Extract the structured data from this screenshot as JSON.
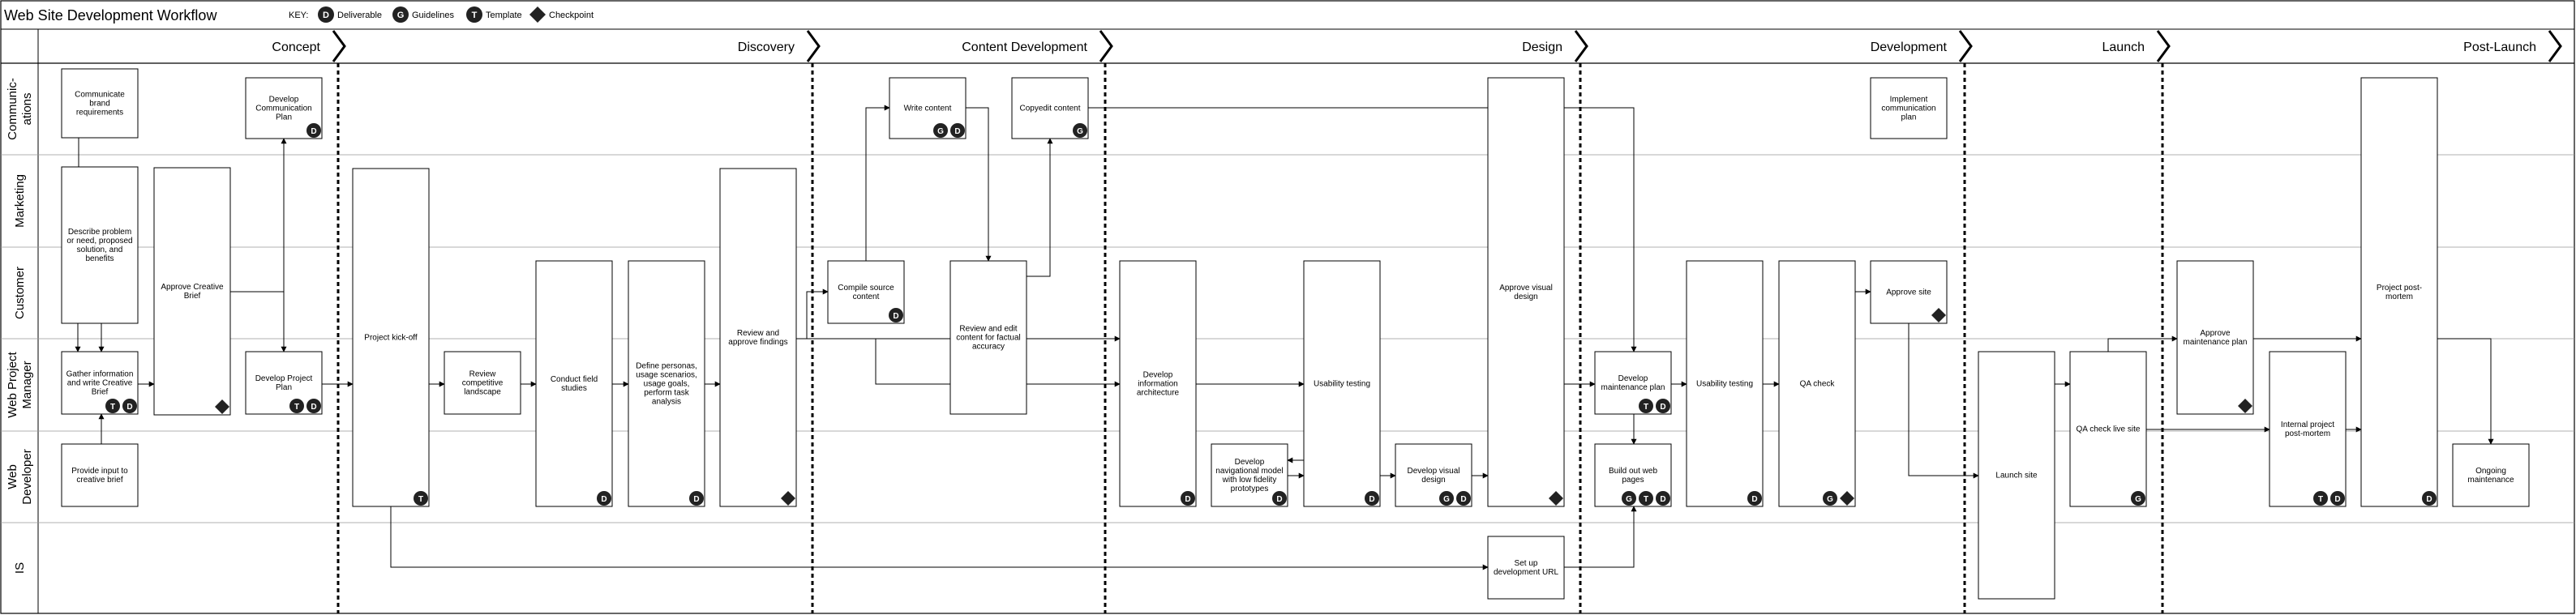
{
  "title": "Web Site Development Workflow",
  "key": {
    "label": "KEY:",
    "items": [
      {
        "badge": "D",
        "label": "Deliverable",
        "icon": "deliverable-badge-icon"
      },
      {
        "badge": "G",
        "label": "Guidelines",
        "icon": "guidelines-badge-icon"
      },
      {
        "badge": "T",
        "label": "Template",
        "icon": "template-badge-icon"
      },
      {
        "badge": "",
        "label": "Checkpoint",
        "icon": "checkpoint-diamond-icon"
      }
    ]
  },
  "phases": [
    "Concept",
    "Discovery",
    "Content Development",
    "Design",
    "Development",
    "Launch",
    "Post-Launch"
  ],
  "lanes": [
    [
      "Communic-",
      "ations"
    ],
    [
      "Marketing"
    ],
    [
      "Customer"
    ],
    [
      "Web Project",
      "Manager"
    ],
    [
      "Web",
      "Developer"
    ],
    [
      "IS"
    ]
  ],
  "tasks": [
    {
      "id": "communicate-brand",
      "lines": [
        "Communicate",
        "brand",
        "requirements"
      ],
      "badges": [],
      "checkpoint": false
    },
    {
      "id": "describe-problem",
      "lines": [
        "Describe problem",
        "or need, proposed",
        "solution, and",
        "benefits"
      ],
      "badges": [],
      "checkpoint": false
    },
    {
      "id": "gather-info",
      "lines": [
        "Gather information",
        "and write Creative",
        "Brief"
      ],
      "badges": [
        "T",
        "D"
      ],
      "checkpoint": false
    },
    {
      "id": "provide-input",
      "lines": [
        "Provide input to",
        "creative brief"
      ],
      "badges": [],
      "checkpoint": false
    },
    {
      "id": "approve-creative-brief",
      "lines": [
        "Approve Creative",
        "Brief"
      ],
      "badges": [],
      "checkpoint": true
    },
    {
      "id": "develop-comm-plan",
      "lines": [
        "Develop",
        "Communication",
        "Plan"
      ],
      "badges": [
        "D"
      ],
      "checkpoint": false
    },
    {
      "id": "develop-project-plan",
      "lines": [
        "Develop Project",
        "Plan"
      ],
      "badges": [
        "T",
        "D"
      ],
      "checkpoint": false
    },
    {
      "id": "project-kickoff",
      "lines": [
        "Project kick-off"
      ],
      "badges": [
        "T"
      ],
      "checkpoint": false
    },
    {
      "id": "review-landscape",
      "lines": [
        "Review",
        "competitive",
        "landscape"
      ],
      "badges": [],
      "checkpoint": false
    },
    {
      "id": "conduct-field",
      "lines": [
        "Conduct field",
        "studies"
      ],
      "badges": [
        "D"
      ],
      "checkpoint": false
    },
    {
      "id": "define-personas",
      "lines": [
        "Define personas,",
        "usage scenarios,",
        "usage goals,",
        "perform task",
        "analysis"
      ],
      "badges": [
        "D"
      ],
      "checkpoint": false
    },
    {
      "id": "review-findings",
      "lines": [
        "Review and",
        "approve findings"
      ],
      "badges": [],
      "checkpoint": true
    },
    {
      "id": "compile-source",
      "lines": [
        "Compile source",
        "content"
      ],
      "badges": [
        "D"
      ],
      "checkpoint": false
    },
    {
      "id": "write-content",
      "lines": [
        "Write content"
      ],
      "badges": [
        "G",
        "D"
      ],
      "checkpoint": false
    },
    {
      "id": "review-edit",
      "lines": [
        "Review and edit",
        "content for factual",
        "accuracy"
      ],
      "badges": [],
      "checkpoint": false
    },
    {
      "id": "copyedit",
      "lines": [
        "Copyedit content"
      ],
      "badges": [
        "G"
      ],
      "checkpoint": false
    },
    {
      "id": "develop-ia",
      "lines": [
        "Develop",
        "information",
        "architecture"
      ],
      "badges": [
        "D"
      ],
      "checkpoint": false
    },
    {
      "id": "nav-model",
      "lines": [
        "Develop",
        "navigational model",
        "with low fidelity",
        "prototypes"
      ],
      "badges": [
        "D"
      ],
      "checkpoint": false
    },
    {
      "id": "usability-1",
      "lines": [
        "Usability testing"
      ],
      "badges": [
        "D"
      ],
      "checkpoint": false
    },
    {
      "id": "visual-design",
      "lines": [
        "Develop visual",
        "design"
      ],
      "badges": [
        "G",
        "D"
      ],
      "checkpoint": false
    },
    {
      "id": "approve-visual",
      "lines": [
        "Approve visual",
        "design"
      ],
      "badges": [],
      "checkpoint": true
    },
    {
      "id": "setup-url",
      "lines": [
        "Set up",
        "development URL"
      ],
      "badges": [],
      "checkpoint": false
    },
    {
      "id": "maint-plan",
      "lines": [
        "Develop",
        "maintenance plan"
      ],
      "badges": [
        "T",
        "D"
      ],
      "checkpoint": false
    },
    {
      "id": "build-pages",
      "lines": [
        "Build out web",
        "pages"
      ],
      "badges": [
        "G",
        "T",
        "D"
      ],
      "checkpoint": false
    },
    {
      "id": "usability-2",
      "lines": [
        "Usability testing"
      ],
      "badges": [
        "D"
      ],
      "checkpoint": false
    },
    {
      "id": "qa-check",
      "lines": [
        "QA check"
      ],
      "badges": [
        "G"
      ],
      "checkpoint": true
    },
    {
      "id": "implement-comm",
      "lines": [
        "Implement",
        "communication",
        "plan"
      ],
      "badges": [],
      "checkpoint": false
    },
    {
      "id": "approve-site",
      "lines": [
        "Approve site"
      ],
      "badges": [],
      "checkpoint": true
    },
    {
      "id": "launch-site",
      "lines": [
        "Launch site"
      ],
      "badges": [],
      "checkpoint": false
    },
    {
      "id": "qa-live",
      "lines": [
        "QA check live site"
      ],
      "badges": [
        "G"
      ],
      "checkpoint": false
    },
    {
      "id": "approve-maint",
      "lines": [
        "Approve",
        "maintenance plan"
      ],
      "badges": [],
      "checkpoint": true
    },
    {
      "id": "internal-postmortem",
      "lines": [
        "Internal project",
        "post-mortem"
      ],
      "badges": [
        "T",
        "D"
      ],
      "checkpoint": false
    },
    {
      "id": "project-postmortem",
      "lines": [
        "Project post-",
        "mortem"
      ],
      "badges": [
        "D"
      ],
      "checkpoint": false
    },
    {
      "id": "ongoing-maint",
      "lines": [
        "Ongoing",
        "maintenance"
      ],
      "badges": [],
      "checkpoint": false
    }
  ]
}
